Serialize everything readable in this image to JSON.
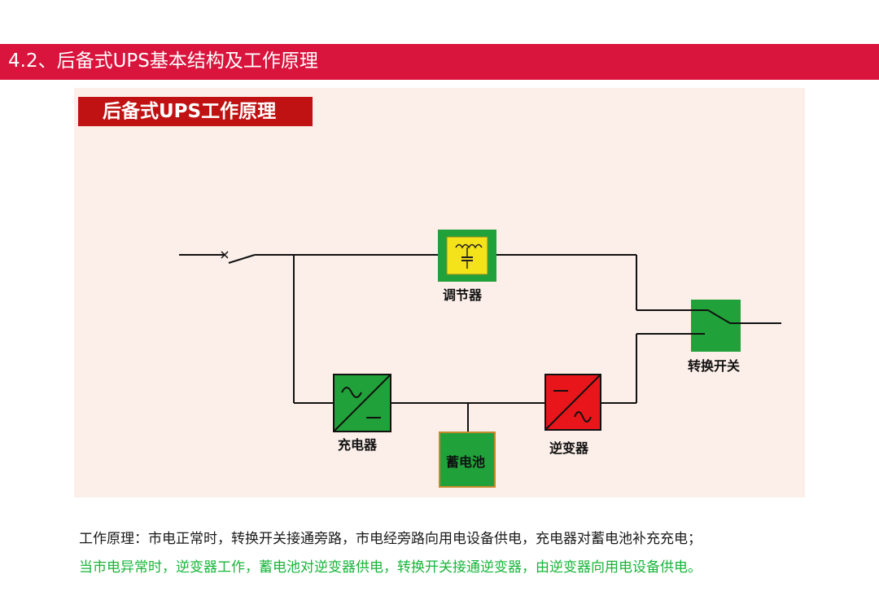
{
  "header": {
    "title": "4.2、后备式UPS基本结构及工作原理"
  },
  "panel": {
    "title": "后备式UPS工作原理"
  },
  "components": {
    "regulator": "调节器",
    "charger": "充电器",
    "battery": "蓄电池",
    "inverter": "逆变器",
    "transfer_switch": "转换开关"
  },
  "description": {
    "line1": "工作原理：市电正常时，转换开关接通旁路，市电经旁路向用电设备供电，充电器对蓄电池补充充电；",
    "line2": "当市电异常时，逆变器工作，蓄电池对逆变器供电，转换开关接通逆变器，由逆变器向用电设备供电。"
  },
  "colors": {
    "header_bg": "#d9143d",
    "panel_title_bg": "#c01212",
    "panel_bg": "#fcefe9",
    "component_green": "#21a13a",
    "inverter_red": "#e8151b",
    "regulator_yellow": "#f4e21a",
    "line2_text": "#17b53a"
  }
}
